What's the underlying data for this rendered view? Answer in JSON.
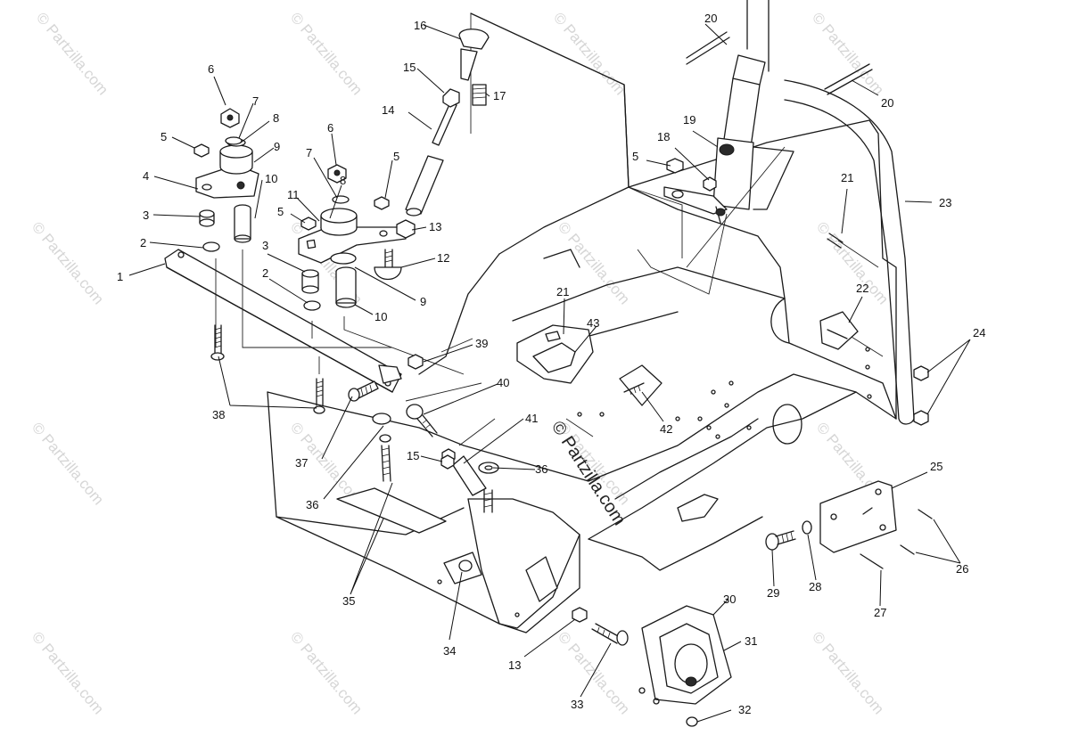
{
  "watermark": {
    "text": "© Partzilla.com"
  },
  "center_watermark": {
    "text": "© Partzilla.com"
  },
  "callouts": {
    "c1": "1",
    "c2a": "2",
    "c2b": "2",
    "c3a": "3",
    "c3b": "3",
    "c4": "4",
    "c5a": "5",
    "c5b": "5",
    "c5c": "5",
    "c5d": "5",
    "c6a": "6",
    "c6b": "6",
    "c7a": "7",
    "c7b": "7",
    "c8a": "8",
    "c8b": "8",
    "c9a": "9",
    "c9b": "9",
    "c10a": "10",
    "c10b": "10",
    "c11": "11",
    "c12": "12",
    "c13a": "13",
    "c13b": "13",
    "c14": "14",
    "c15a": "15",
    "c15b": "15",
    "c16": "16",
    "c17": "17",
    "c18": "18",
    "c19": "19",
    "c20a": "20",
    "c20b": "20",
    "c21a": "21",
    "c21b": "21",
    "c22": "22",
    "c23": "23",
    "c24": "24",
    "c25": "25",
    "c26": "26",
    "c27": "27",
    "c28": "28",
    "c29": "29",
    "c30": "30",
    "c31": "31",
    "c32": "32",
    "c33": "33",
    "c34": "34",
    "c35": "35",
    "c36a": "36",
    "c36b": "36",
    "c37": "37",
    "c38": "38",
    "c39": "39",
    "c40": "40",
    "c41": "41",
    "c42": "42",
    "c43": "43"
  }
}
